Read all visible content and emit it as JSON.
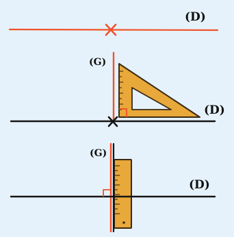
{
  "colors": {
    "background": "#e6f2fb",
    "orange_line": "#f0522a",
    "black_line": "#151515",
    "ruler_fill": "#e8a83a",
    "ruler_outline": "#3a2a15",
    "right_angle_mark": "#f0522a"
  },
  "panels": [
    {
      "label_line": "(D)"
    },
    {
      "label_line": "(D)",
      "label_perpendicular": "(G)",
      "tool": "set-square-icon"
    },
    {
      "label_line": "(D)",
      "label_perpendicular": "(G)",
      "tool": "ruler-icon"
    }
  ]
}
